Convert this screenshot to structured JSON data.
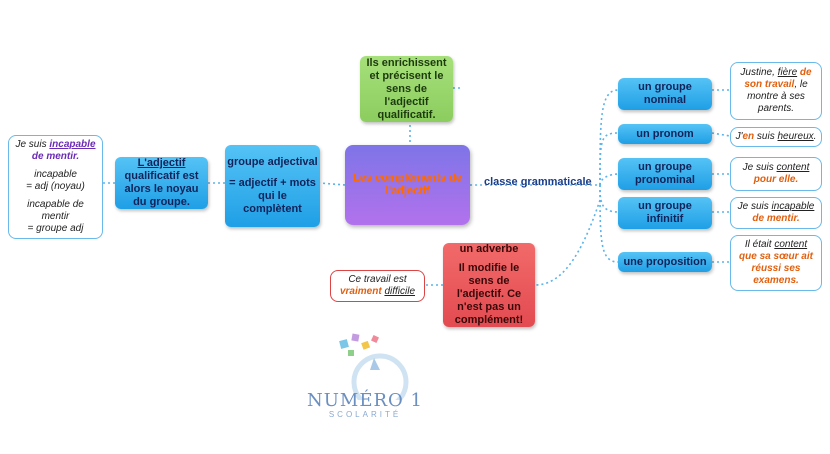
{
  "center": {
    "title": "Les compléments de l'adjectif"
  },
  "edge_label": "classe grammaticale",
  "top_green": {
    "text": "Ils enrichissent et précisent le sens de l'adjectif qualificatif."
  },
  "groupe_adjectival": {
    "title": "groupe adjectival",
    "definition": "= adjectif + mots qui le complètent"
  },
  "noyau": {
    "pre": "L'adjectif",
    "rest": "qualificatif est alors le noyau du groupe."
  },
  "left_example": {
    "line1_pre": "Je suis ",
    "line1_adj": "incapable",
    "line2": "de mentir.",
    "line3": "incapable",
    "line4": "= adj (noyau)",
    "line5": "incapable de",
    "line6": "mentir",
    "line7": "= groupe adj"
  },
  "classes": [
    {
      "label": "un groupe nominal"
    },
    {
      "label": "un pronom"
    },
    {
      "label": "un groupe pronominal"
    },
    {
      "label": "un groupe infinitif"
    },
    {
      "label": "une proposition"
    }
  ],
  "examples": {
    "nominal": {
      "a": "Justine, ",
      "b": "fière",
      "c": " de son travail",
      "d": ", le montre à ses parents."
    },
    "pronom": {
      "a": "J'",
      "b": "en",
      "c": " suis ",
      "d": "heureux",
      "e": "."
    },
    "pronominal": {
      "a": "Je suis ",
      "b": "content",
      "c": " pour elle."
    },
    "infinitif": {
      "a": "Je suis ",
      "b": "incapable",
      "c": " de mentir."
    },
    "proposition": {
      "a": "Il était ",
      "b": "content",
      "c": " que sa sœur ait réussi ses examens."
    }
  },
  "adverbe": {
    "title": "un adverbe",
    "text": "Il modifie le sens de l'adjectif. Ce n'est pas un complément!"
  },
  "adverbe_example": {
    "a": "Ce travail est",
    "b": "vraiment",
    "c": "difficile"
  },
  "logo": {
    "name": "NUMÉRO 1",
    "sub": "SCOLARITÉ"
  },
  "colors": {
    "blue": "#1f9fe6",
    "center": "#9a72ea",
    "green": "#8ccd5f",
    "red": "#e24b51",
    "highlight": "#e1600f"
  }
}
